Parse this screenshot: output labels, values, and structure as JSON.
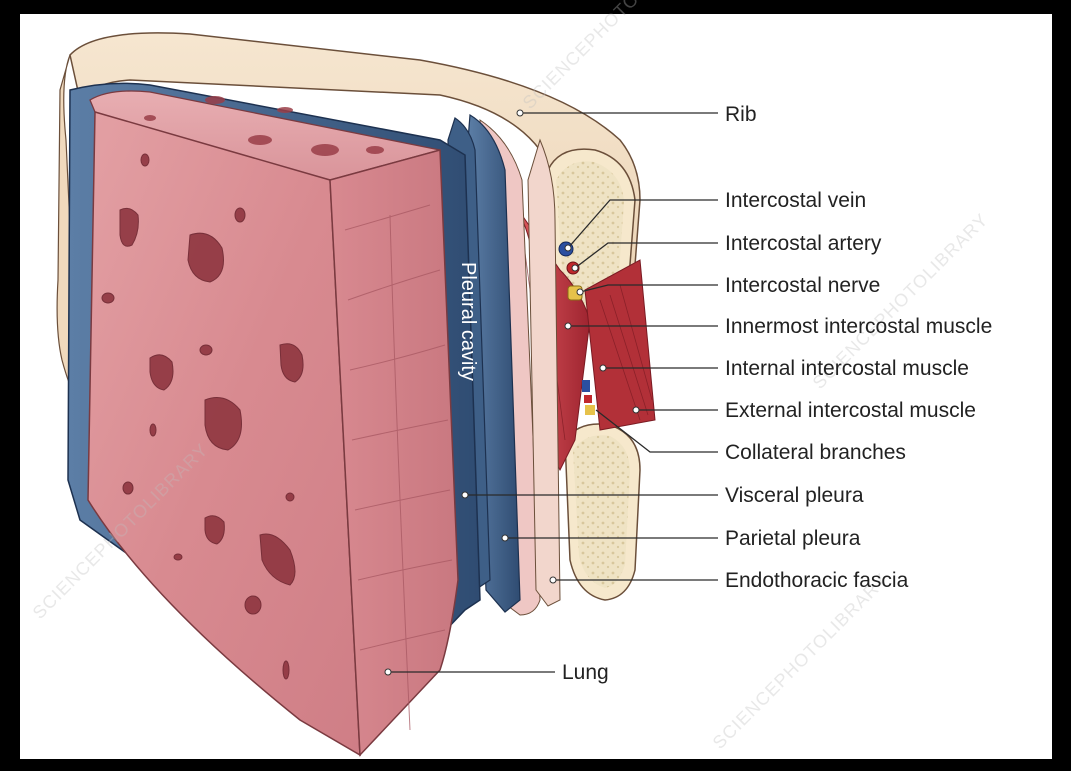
{
  "labels": {
    "rib": "Rib",
    "intercostal_vein": "Intercostal vein",
    "intercostal_artery": "Intercostal artery",
    "intercostal_nerve": "Intercostal nerve",
    "innermost_intercostal_muscle": "Innermost intercostal muscle",
    "internal_intercostal_muscle": "Internal intercostal muscle",
    "external_intercostal_muscle": "External intercostal muscle",
    "collateral_branches": "Collateral branches",
    "visceral_pleura": "Visceral pleura",
    "parietal_pleura": "Parietal pleura",
    "endothoracic_fascia": "Endothoracic fascia",
    "lung": "Lung",
    "pleural_cavity": "Pleural cavity"
  },
  "watermark": "SCIENCEPHOTOLIBRARY",
  "colors": {
    "border": "#000000",
    "lung_face": "#d98a90",
    "lung_side": "#d07a82",
    "pleura_blue": "#3a5a80",
    "rib_bone": "#f2ddc4",
    "muscle_red": "#b8323a",
    "vein": "#2b4fa0",
    "artery": "#c0282c",
    "nerve": "#e6c24a"
  }
}
